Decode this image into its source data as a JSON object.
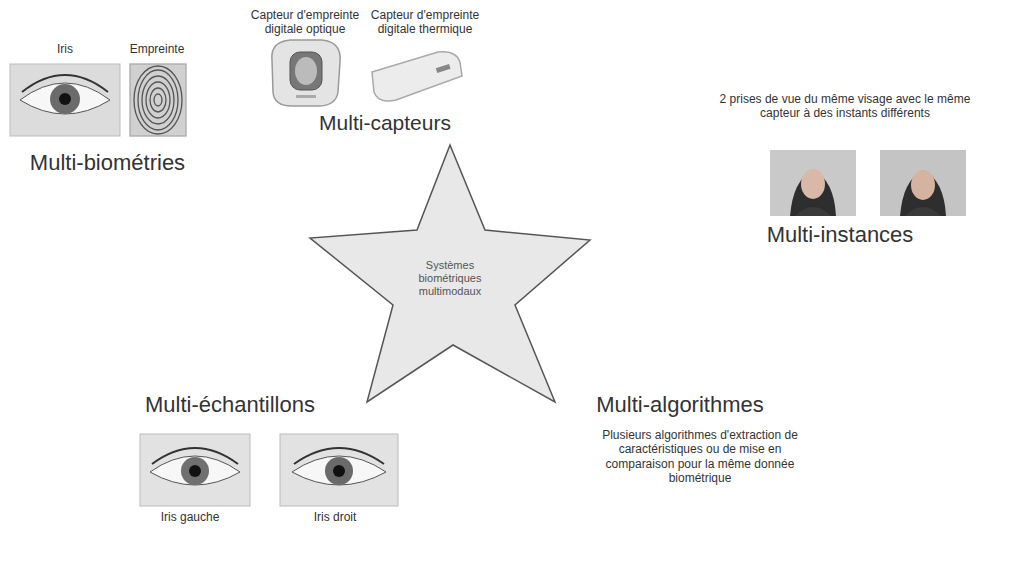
{
  "diagram": {
    "nodes": [
      {
        "text": [
          "Systèmes biométriques multimodaux"
        ]
      }
    ],
    "labels": [
      "Capteur d'empreinte digitale optique",
      "Capteur d'empreinte digitale thermique",
      "Multi-capteurs",
      "2 prises de vue du même visage avec le même capteur à des instants différents",
      "Multi-instances",
      "Iris",
      "Empreinte",
      "Multi-biométries",
      "Multi-échantillons",
      "Iris gauche",
      "Iris droit",
      "Multi-algorithmes",
      "Plusieurs algorithmes d'extraction de caractéristiques ou de mise en comparaison pour la même donnée biométrique"
    ]
  }
}
